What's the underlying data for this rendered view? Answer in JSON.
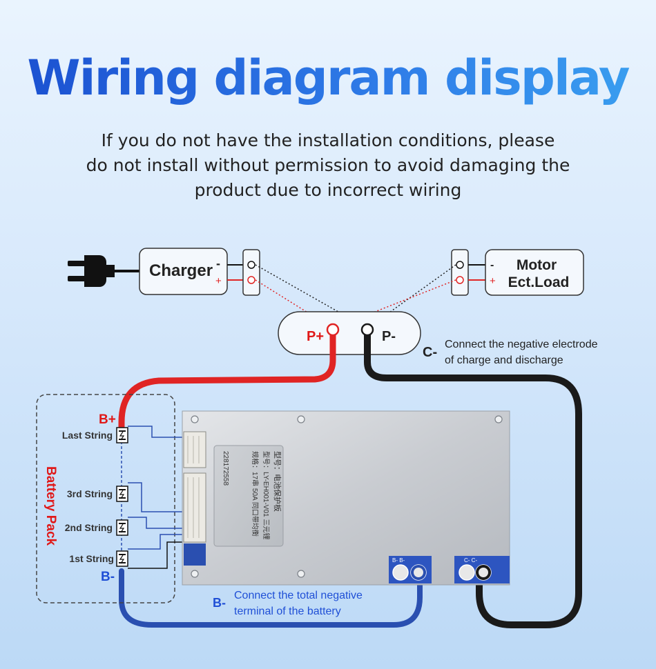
{
  "header": {
    "title": "Wiring diagram display",
    "subtitle_lines": [
      "If you do not have the installation conditions, please",
      "do not install without permission to avoid damaging the",
      "product due to incorrect wiring"
    ]
  },
  "charger": {
    "label": "Charger",
    "minus": "-",
    "plus": "+"
  },
  "load": {
    "line1": "Motor",
    "line2": "Ect.Load",
    "minus": "-",
    "plus": "+"
  },
  "output": {
    "p_plus": "P+",
    "p_minus": "P-"
  },
  "c_minus": {
    "label": "C-",
    "desc_line1": "Connect the negative electrode",
    "desc_line2": "of charge and discharge"
  },
  "b_minus_note": {
    "label": "B-",
    "desc_line1": "Connect the total negative",
    "desc_line2": "terminal of the battery"
  },
  "battery_pack": {
    "title": "Battery Pack",
    "b_plus": "B+",
    "b_minus": "B-",
    "strings": [
      "Last String",
      "3rd String",
      "2nd String",
      "1st String"
    ]
  },
  "board": {
    "label_lines": [
      "型号：电池保护板",
      "型号：LY-EH001-V01 三元锂",
      "规格：17串 50A 同口带均衡",
      "228172558"
    ],
    "terminal_b": "B-  B-",
    "terminal_c": "C-  C-"
  },
  "colors": {
    "title_blue": "#1e5fd6",
    "red_wire": "#e02424",
    "black_wire": "#1a1a1a",
    "blue_wire": "#2a4fb0",
    "label_red": "#e01818",
    "label_blue": "#1f4fd6"
  }
}
